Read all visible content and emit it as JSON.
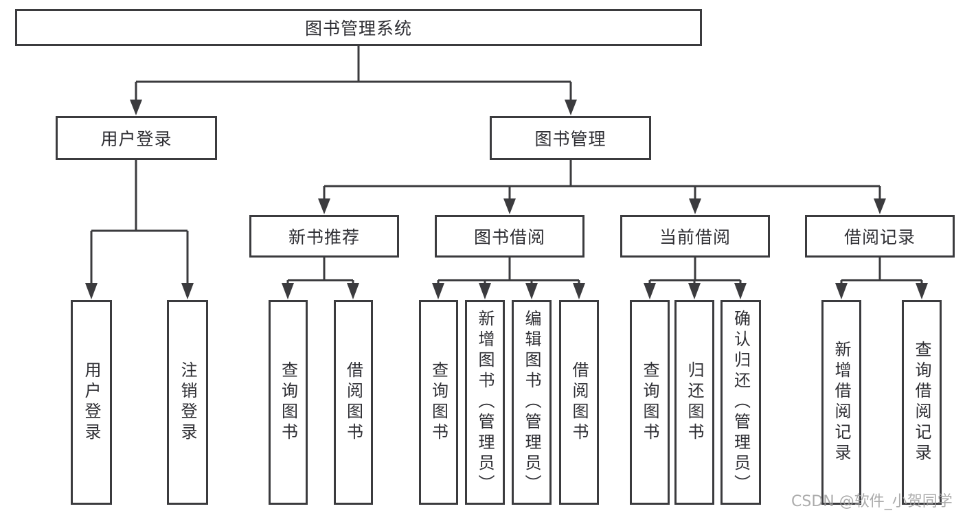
{
  "tree": {
    "root": {
      "label": "图书管理系统"
    },
    "children": [
      {
        "label": "用户登录",
        "children": [
          {
            "label": "用户登录"
          },
          {
            "label": "注销登录"
          }
        ]
      },
      {
        "label": "图书管理",
        "children": [
          {
            "label": "新书推荐",
            "children": [
              {
                "label": "查询图书"
              },
              {
                "label": "借阅图书"
              }
            ]
          },
          {
            "label": "图书借阅",
            "children": [
              {
                "label": "查询图书"
              },
              {
                "label": "新增图书（管理员）"
              },
              {
                "label": "编辑图书（管理员）"
              },
              {
                "label": "借阅图书"
              }
            ]
          },
          {
            "label": "当前借阅",
            "children": [
              {
                "label": "查询图书"
              },
              {
                "label": "归还图书"
              },
              {
                "label": "确认归还（管理员）"
              }
            ]
          },
          {
            "label": "借阅记录",
            "children": [
              {
                "label": "新增借阅记录"
              },
              {
                "label": "查询借阅记录"
              }
            ]
          }
        ]
      }
    ]
  },
  "watermark": {
    "text": "CSDN @软件_小贺同学"
  },
  "colors": {
    "line": "#3b3b3e",
    "text": "#2e2e33",
    "watermark": "#9e9e9e"
  }
}
